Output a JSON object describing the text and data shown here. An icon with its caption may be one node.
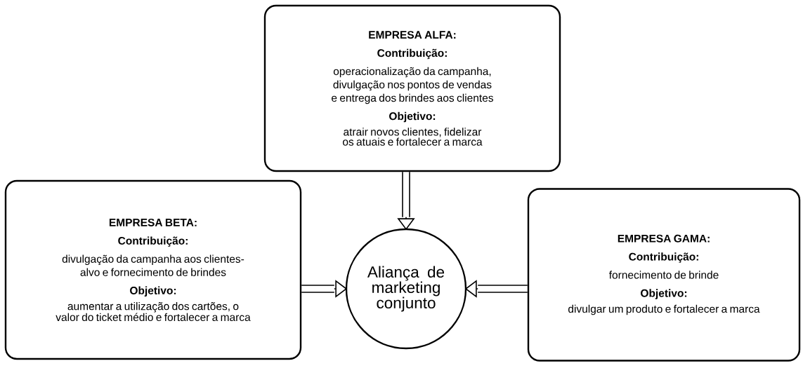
{
  "diagram": {
    "nodes": [
      {
        "text": [
          "EMPRESA ALFA:",
          "Contribuição:",
          "operacionalização da campanha, divulgação nos pontos de vendas e entrega dos brindes aos clientes",
          "Objetivo:",
          "atrair novos clientes, fidelizar os atuais e fortalecer a marca"
        ]
      },
      {
        "text": [
          "EMPRESA BETA:",
          "Contribuição:",
          "divulgação da campanha aos clientes-alvo e fornecimento de brindes",
          "Objetivo:",
          "aumentar a utilização dos cartões, o valor do ticket médio e fortalecer a marca"
        ]
      },
      {
        "text": [
          "Aliança de marketing conjunto"
        ]
      },
      {
        "text": [
          "EMPRESA GAMA:",
          "Contribuição:",
          "fornecimento de brinde",
          "Objetivo:",
          "divulgar um produto e fortalecer a marca"
        ]
      }
    ],
    "edges": [
      {
        "from": 0,
        "to": 2,
        "arrow": "to"
      },
      {
        "from": 1,
        "to": 2,
        "arrow": "to"
      },
      {
        "from": 3,
        "to": 2,
        "arrow": "to"
      }
    ]
  }
}
